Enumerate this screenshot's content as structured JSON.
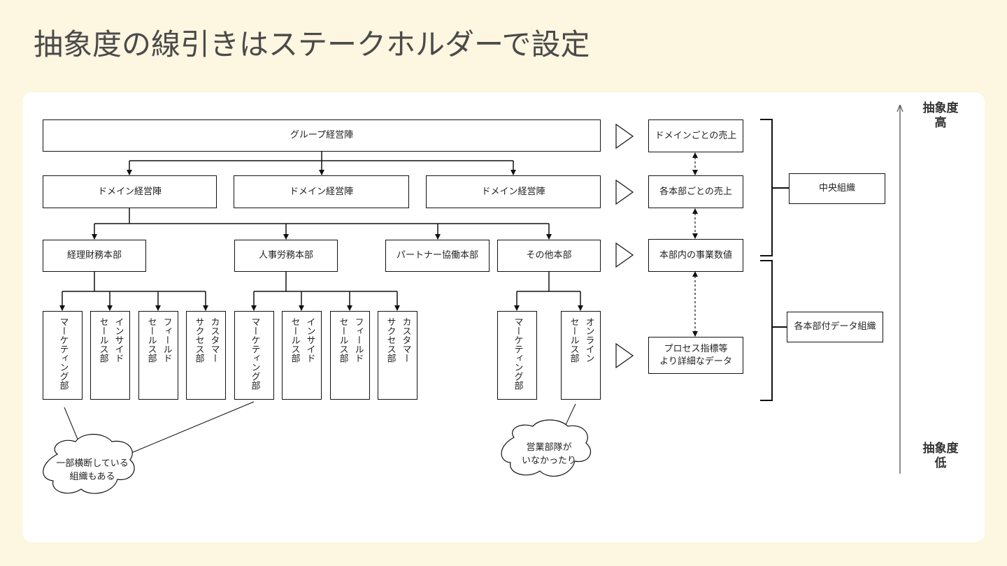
{
  "title": "抽象度の線引きはステークホルダーで設定",
  "group": "グループ経営陣",
  "domain_boards": [
    "ドメイン経営陣",
    "ドメイン経営陣",
    "ドメイン経営陣"
  ],
  "divisions": {
    "accounting": "経理財務本部",
    "hr": "人事労務本部",
    "partner": "パートナー協働本部",
    "other": "その他本部"
  },
  "depts": {
    "group1": [
      [
        "マーケティング部"
      ],
      [
        "インサイド",
        "セールス部"
      ],
      [
        "フィールド",
        "セールス部"
      ],
      [
        "カスタマー",
        "サクセス部"
      ]
    ],
    "group2": [
      [
        "マーケティング部"
      ],
      [
        "インサイド",
        "セールス部"
      ],
      [
        "フィールド",
        "セールス部"
      ],
      [
        "カスタマー",
        "サクセス部"
      ]
    ],
    "group3": [
      [
        "マーケティング部"
      ],
      [
        "オンライン",
        "セールス部"
      ]
    ]
  },
  "metrics": {
    "m1": "ドメインごとの売上",
    "m2": "各本部ごとの売上",
    "m3": "本部内の事業数値",
    "m4_line1": "プロセス指標等",
    "m4_line2": "より詳細なデータ"
  },
  "orgs": {
    "central": "中央組織",
    "data_org": "各本部付データ組織"
  },
  "clouds": {
    "left_line1": "一部横断している",
    "left_line2": "組織もある",
    "right_line1": "営業部隊が",
    "right_line2": "いなかったり"
  },
  "axis": {
    "high_line1": "抽象度",
    "high_line2": "高",
    "low_line1": "抽象度",
    "low_line2": "低"
  },
  "colors": {
    "background": "#fdf6e0",
    "panel": "#ffffff",
    "line": "#111111"
  }
}
